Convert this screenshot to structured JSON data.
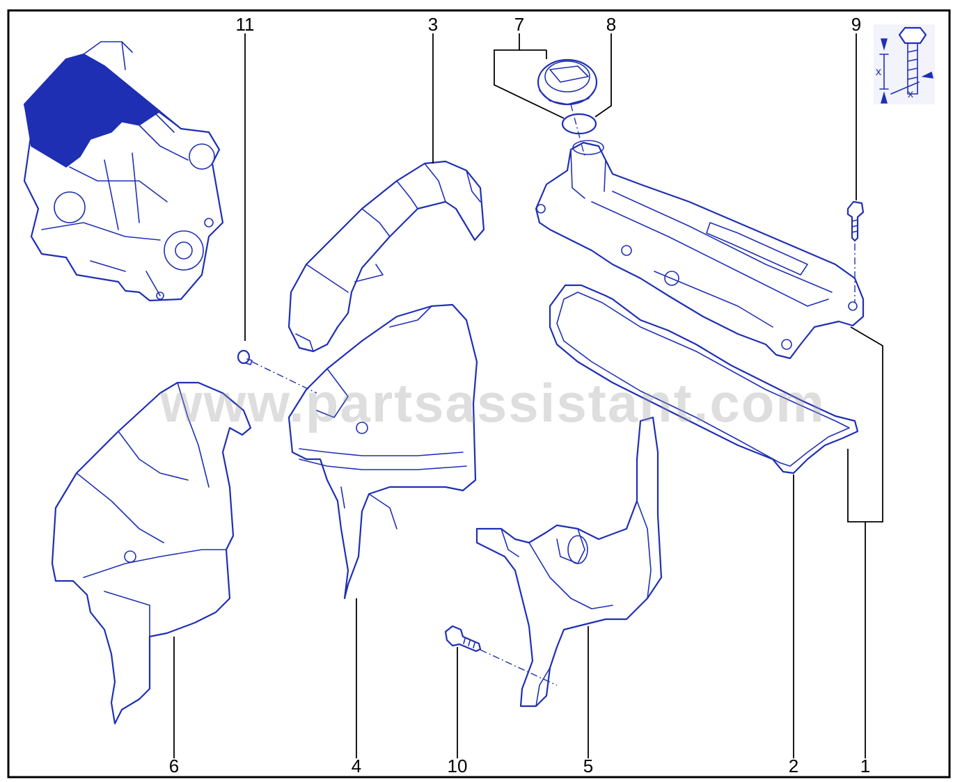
{
  "watermark": "www.partsassistant.com",
  "callouts": {
    "c1": "1",
    "c2": "2",
    "c3": "3",
    "c4": "4",
    "c5": "5",
    "c6": "6",
    "c7": "7",
    "c8": "8",
    "c9": "9",
    "c10": "10",
    "c11": "11"
  },
  "torque_legend": {
    "x1": "x",
    "x2": "x"
  },
  "colors": {
    "line": "#1f2fb3",
    "frame": "#000000",
    "watermark": "#9a9a9a"
  }
}
